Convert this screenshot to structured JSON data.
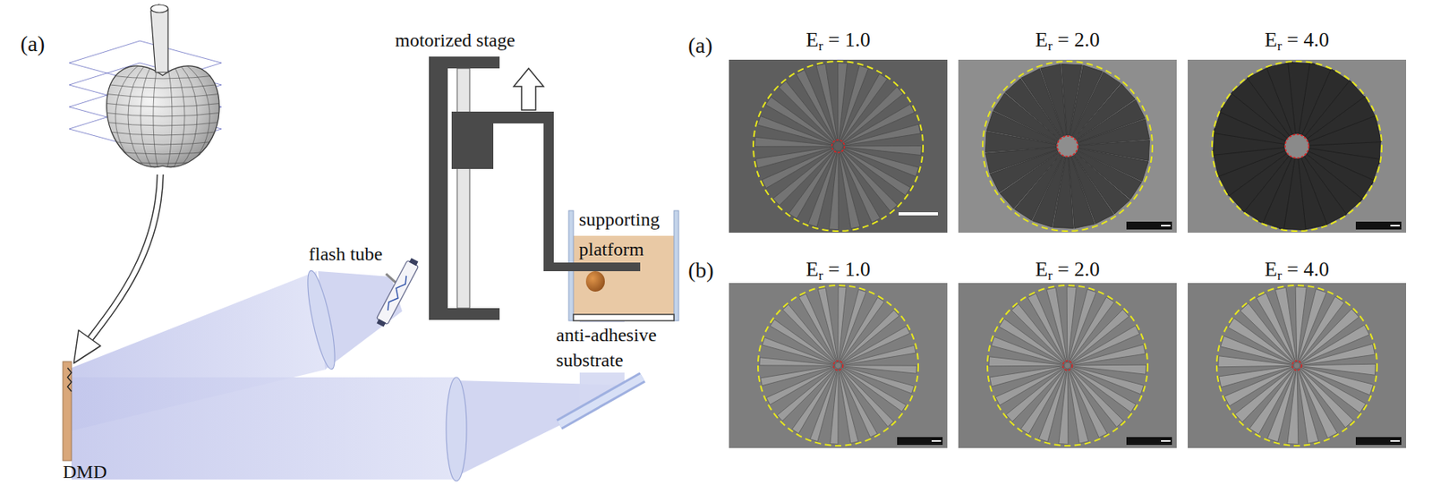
{
  "diagram": {
    "nodes": [
      {
        "text": [
          "Er = 1.0"
        ]
      },
      {
        "text": [
          "Er = 2.0"
        ]
      },
      {
        "text": [
          "Er = 4.0"
        ]
      },
      {
        "text": [
          "Er = 1.0"
        ]
      },
      {
        "text": [
          "Er = 2.0"
        ]
      },
      {
        "text": [
          "Er = 4.0"
        ]
      }
    ],
    "labels": [
      "(a)",
      "motorized stage",
      "flash tube",
      "supporting platform",
      "anti-adhesive substrate",
      "DMD",
      "(a)",
      "(b)"
    ]
  }
}
